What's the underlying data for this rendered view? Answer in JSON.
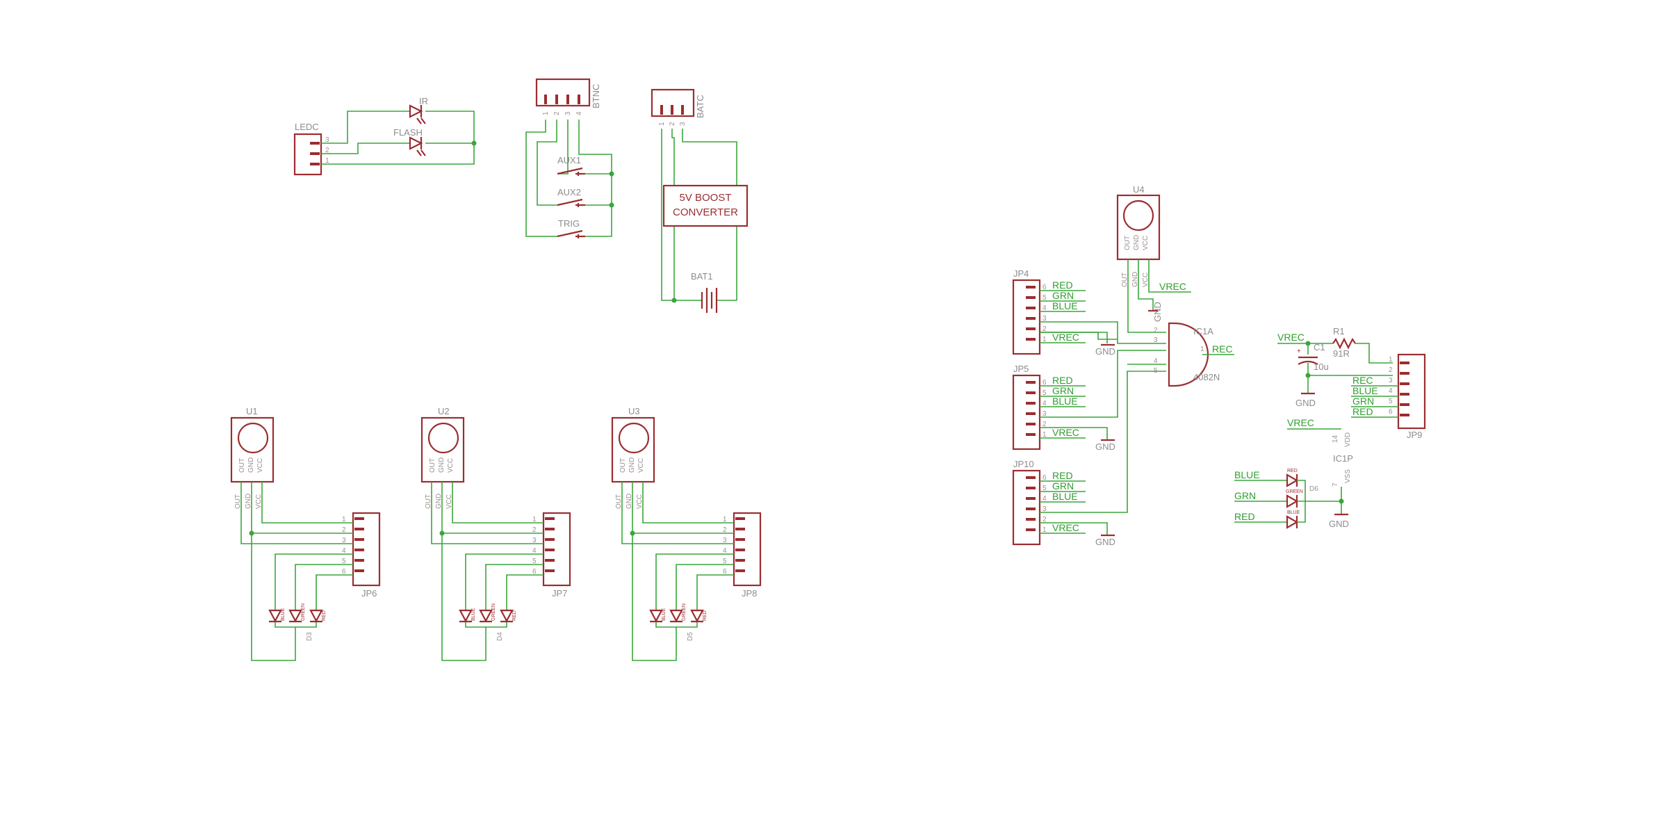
{
  "schematic": {
    "ledc": {
      "name": "LEDC",
      "pins": [
        "3",
        "2",
        "1"
      ],
      "led_ir": "IR",
      "led_flash": "FLASH"
    },
    "btnc": {
      "name": "BTNC",
      "pins": [
        "1",
        "2",
        "3",
        "4"
      ],
      "sw1": "AUX1",
      "sw2": "AUX2",
      "sw3": "TRIG"
    },
    "batc": {
      "name": "BATC",
      "pins": [
        "1",
        "2",
        "3"
      ],
      "boost_line1": "5V BOOST",
      "boost_line2": "CONVERTER",
      "battery": "BAT1"
    },
    "sensor_pins": [
      "OUT",
      "GND",
      "VCC"
    ],
    "conn_pins": [
      "1",
      "2",
      "3",
      "4",
      "5",
      "6"
    ],
    "led_labels": [
      "BLUE",
      "GREEN",
      "RED"
    ],
    "u1": {
      "name": "U1",
      "conn": "JP6",
      "diode": "D3"
    },
    "u2": {
      "name": "U2",
      "conn": "JP7",
      "diode": "D4"
    },
    "u3": {
      "name": "U3",
      "conn": "JP8",
      "diode": "D5"
    },
    "u4": {
      "name": "U4"
    },
    "rows_desc": [
      "6",
      "5",
      "4",
      "3",
      "2",
      "1"
    ],
    "jp4": {
      "name": "JP4"
    },
    "jp5": {
      "name": "JP5"
    },
    "jp10": {
      "name": "JP10"
    },
    "nets": {
      "red": "RED",
      "grn": "GRN",
      "blue": "BLUE",
      "vrec": "VREC",
      "gnd": "GND",
      "rec": "REC"
    },
    "ic1a": {
      "name": "IC1A",
      "value": "4082N",
      "pins": [
        "2",
        "3",
        "4",
        "5",
        "1"
      ]
    },
    "r1": {
      "name": "R1",
      "value": "91R"
    },
    "c1": {
      "name": "C1",
      "value": "10u",
      "plus": "+"
    },
    "jp9": {
      "name": "JP9"
    },
    "ic1p": {
      "name": "IC1P",
      "pin_top": "14",
      "pin_top_name": "VDD",
      "pin_bot": "7",
      "pin_bot_name": "VSS"
    },
    "d6": {
      "name": "D6",
      "labels": [
        "RED",
        "GREEN",
        "BLUE"
      ]
    }
  },
  "colors": {
    "component": "#9b2d30",
    "wire": "#3aa63a",
    "net_label": "#2e9e2e",
    "text": "#8c8c8c"
  }
}
